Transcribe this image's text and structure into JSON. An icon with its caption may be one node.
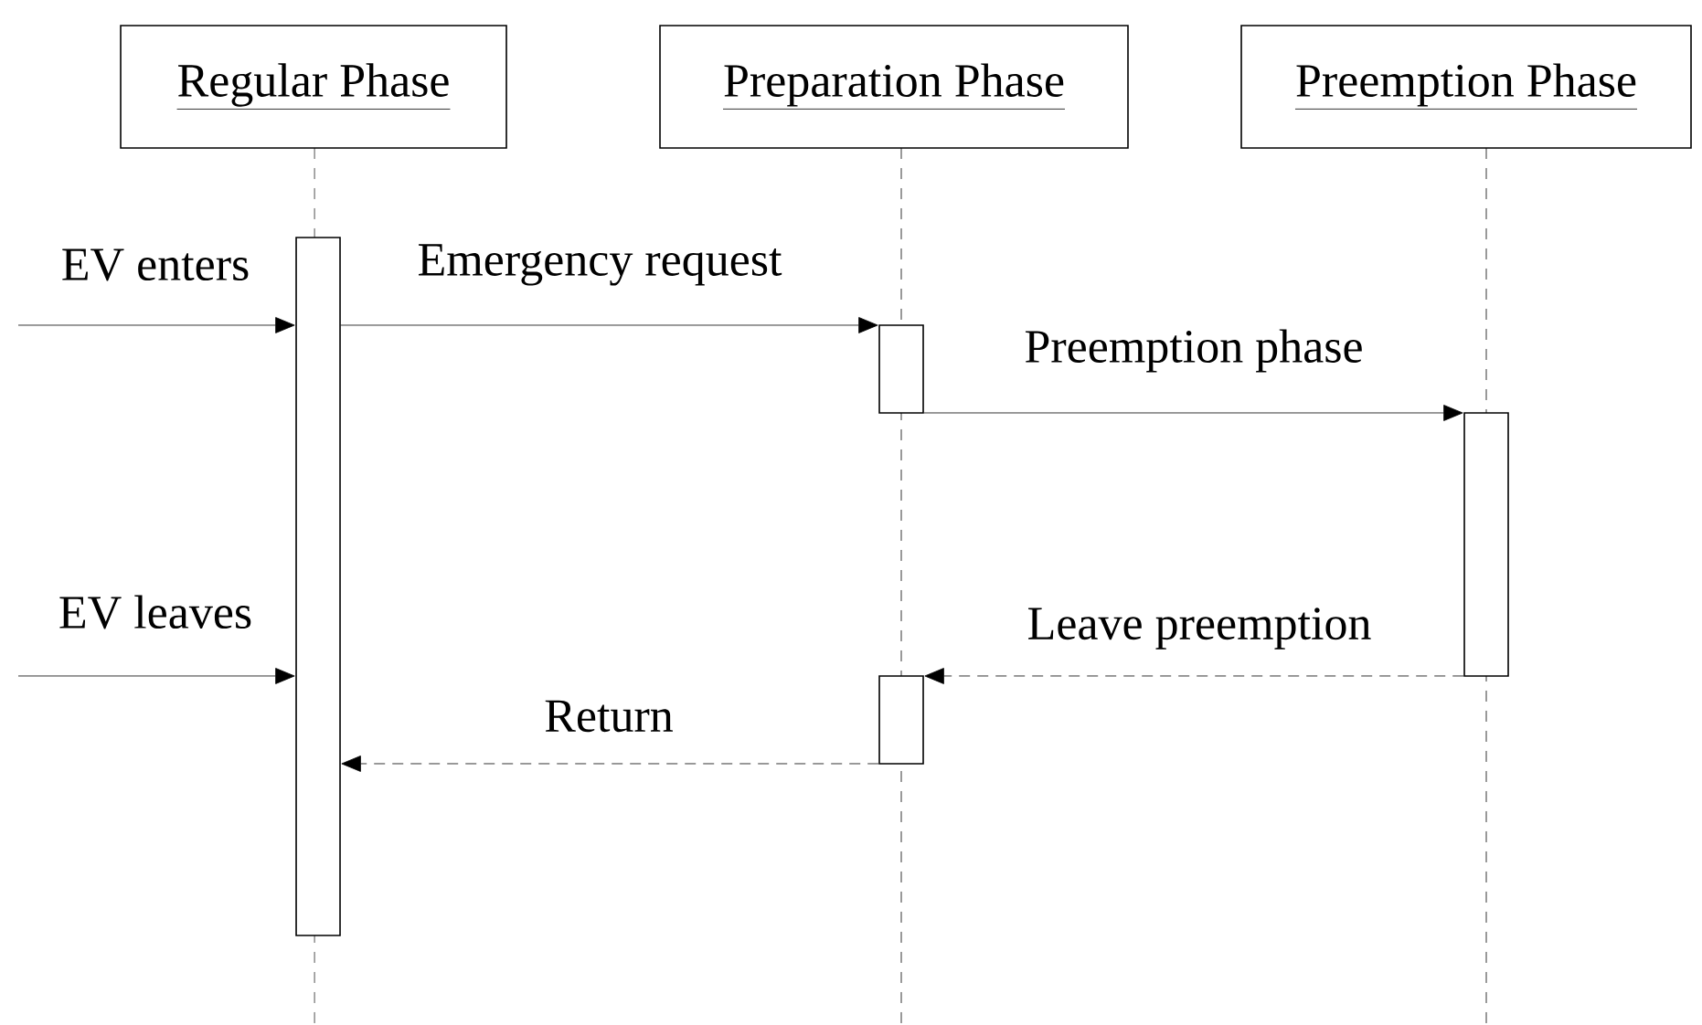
{
  "diagram": {
    "nodes": [
      {
        "text": [
          "Regular Phase"
        ]
      },
      {
        "text": [
          "Preparation Phase"
        ]
      },
      {
        "text": [
          "Preemption Phase"
        ]
      },
      {
        "text": [],
        "shape": "bar"
      },
      {
        "text": [],
        "shape": "bar"
      },
      {
        "text": [],
        "shape": "bar"
      },
      {
        "text": [],
        "shape": "bar"
      }
    ],
    "edges": [
      {
        "from": null,
        "to": 3,
        "arrow": "to",
        "label": "EV enters"
      },
      {
        "from": 3,
        "to": 4,
        "arrow": "to",
        "label": "Emergency request"
      },
      {
        "from": 4,
        "to": 5,
        "arrow": "to",
        "label": "Preemption phase"
      },
      {
        "from": null,
        "to": 3,
        "arrow": "to",
        "label": "EV leaves"
      },
      {
        "from": 5,
        "to": 6,
        "arrow": "to",
        "label": "Leave preemption",
        "style": "dashed"
      },
      {
        "from": 6,
        "to": 3,
        "arrow": "to",
        "label": "Return",
        "style": "dashed"
      }
    ]
  }
}
